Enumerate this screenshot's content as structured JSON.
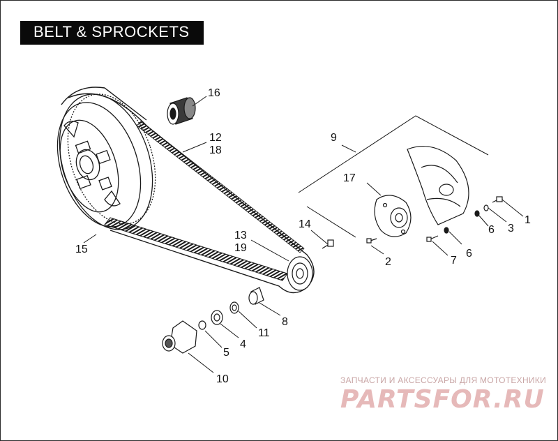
{
  "title": "BELT & SPROCKETS",
  "callouts": {
    "c1": "1",
    "c2": "2",
    "c3": "3",
    "c4": "4",
    "c5": "5",
    "c6a": "6",
    "c6b": "6",
    "c7": "7",
    "c8": "8",
    "c9": "9",
    "c10": "10",
    "c11": "11",
    "c12": "12",
    "c13": "13",
    "c14": "14",
    "c15": "15",
    "c16": "16",
    "c17": "17",
    "c18": "18",
    "c19": "19"
  },
  "watermark": {
    "subtitle": "ЗАПЧАСТИ И АКСЕССУАРЫ ДЛЯ МОТОТЕХНИКИ",
    "logo": "PARTSFOR.RU"
  },
  "colors": {
    "line": "#1a1a1a",
    "title_bg": "#0a0a0a",
    "watermark": "#e6b9b9"
  }
}
